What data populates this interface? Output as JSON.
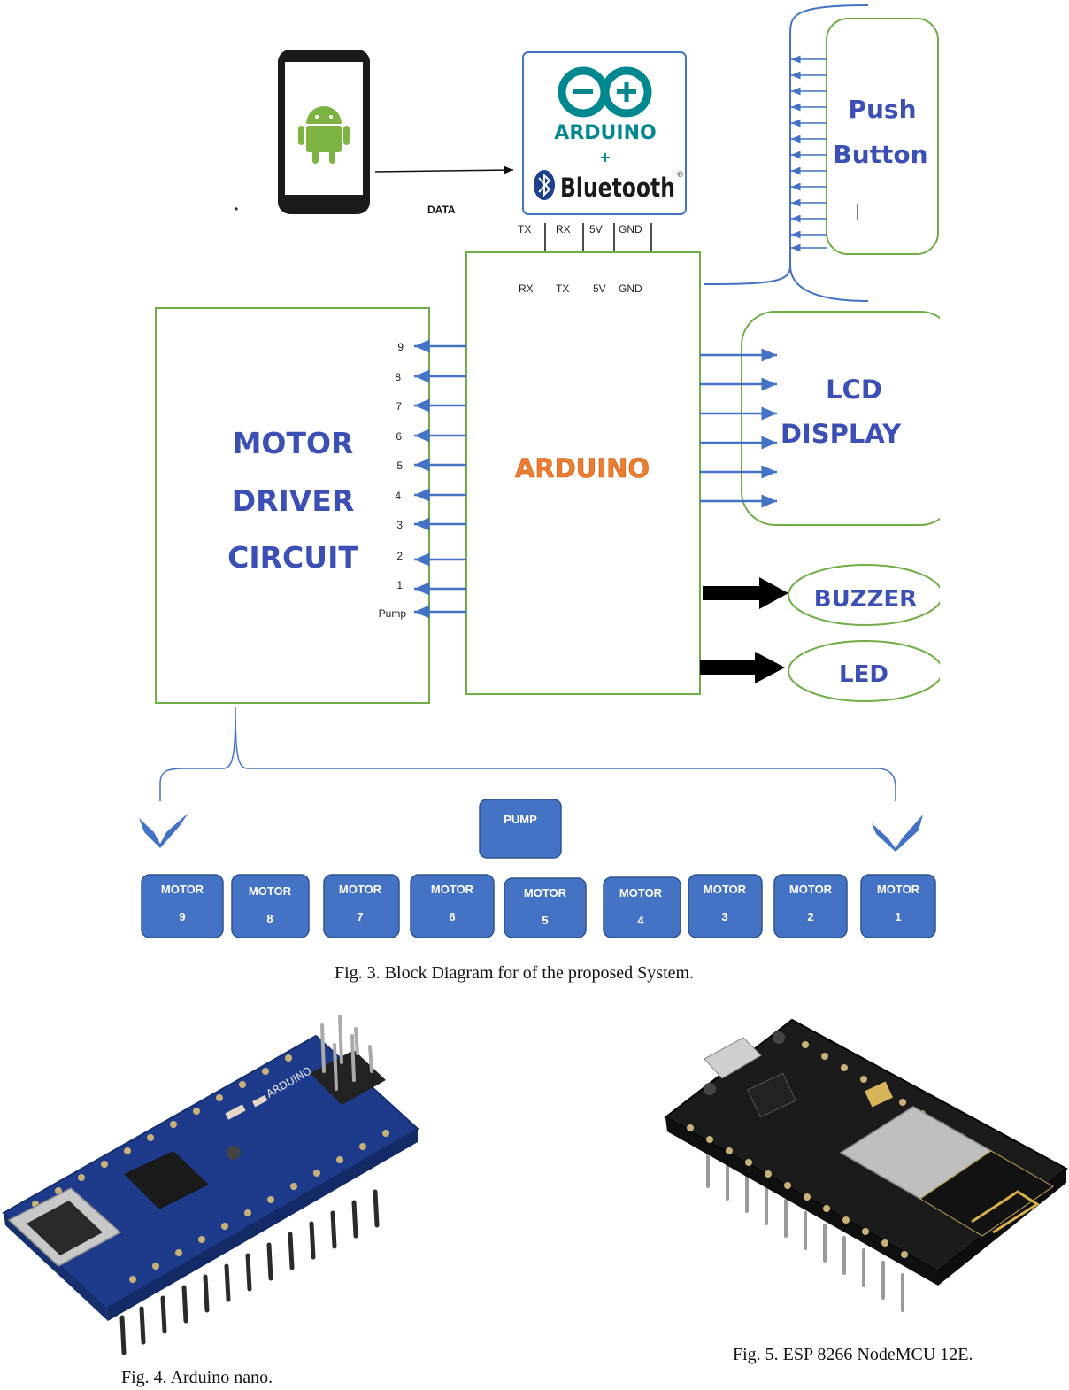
{
  "figure3": {
    "caption": "Fig. 3. Block Diagram for of the proposed System.",
    "phone_data_label": "DATA",
    "phone_dot": "•",
    "module": {
      "logo_text": "ARDUINO",
      "plus": "+",
      "bluetooth_text": "Bluetooth",
      "registered": "®"
    },
    "module_pins": [
      "TX",
      "RX",
      "5V",
      "GND"
    ],
    "arduino_pins": [
      "RX",
      "TX",
      "5V",
      "GND"
    ],
    "arduino_label": "ARDUINO",
    "motor_driver_lines": [
      "MOTOR",
      "DRIVER",
      "CIRCUIT"
    ],
    "driver_pins": [
      "9",
      "8",
      "7",
      "6",
      "5",
      "4",
      "3",
      "2",
      "1",
      "Pump"
    ],
    "push_button_lines": [
      "Push",
      "Button",
      "|"
    ],
    "lcd_lines": [
      "LCD",
      "DISPLAY"
    ],
    "buzzer_label": "BUZZER",
    "led_label": "LED",
    "pump_label": "PUMP",
    "motors": [
      {
        "label": "MOTOR",
        "number": "9"
      },
      {
        "label": "MOTOR",
        "number": "8"
      },
      {
        "label": "MOTOR",
        "number": "7"
      },
      {
        "label": "MOTOR",
        "number": "6"
      },
      {
        "label": "MOTOR",
        "number": "5"
      },
      {
        "label": "MOTOR",
        "number": "4"
      },
      {
        "label": "MOTOR",
        "number": "3"
      },
      {
        "label": "MOTOR",
        "number": "2"
      },
      {
        "label": "MOTOR",
        "number": "1"
      }
    ],
    "colors": {
      "green_border": "#70ad47",
      "blue_line": "#4472c4",
      "blue_text": "#3c4fb5",
      "orange_text": "#ed7d31",
      "motor_fill": "#4472c4",
      "arduino_teal": "#00878f"
    }
  },
  "figure4": {
    "caption": "Fig. 4. Arduino nano.",
    "board_text": "ARDUINO"
  },
  "figure5": {
    "caption": "Fig. 5. ESP 8266 NodeMCU 12E."
  }
}
